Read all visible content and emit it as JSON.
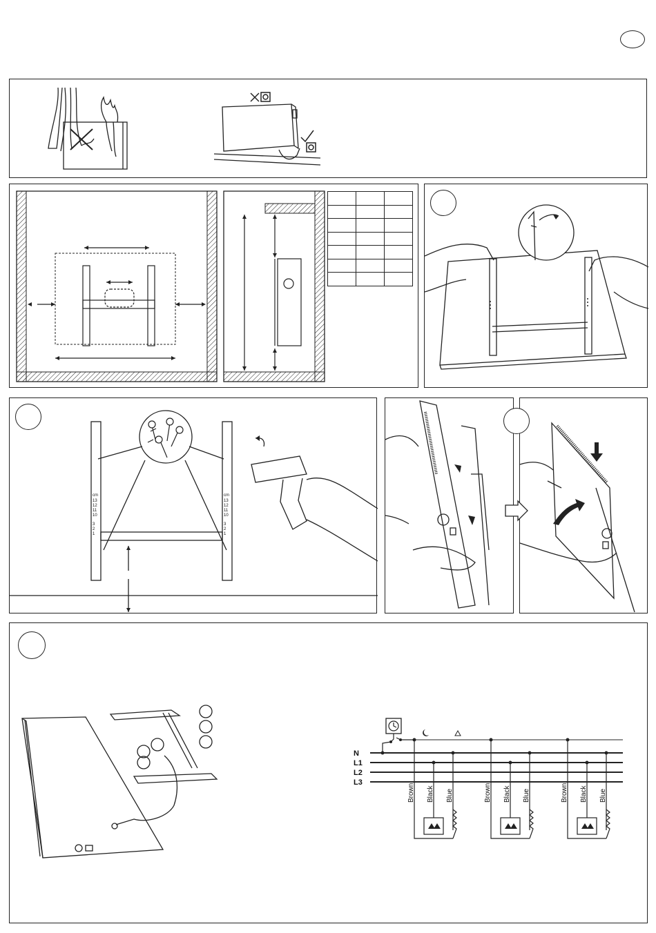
{
  "diagram": {
    "bus_lines": [
      "N",
      "L1",
      "L2",
      "L3"
    ],
    "wire_labels": [
      "Brown",
      "Black",
      "Blue"
    ],
    "bracket_slot_labels": [
      "13",
      "12",
      "11",
      "10"
    ],
    "bracket_slot_labels_lower": [
      "3",
      "2",
      "1"
    ],
    "bracket_slot_mark": "cm",
    "rate_symbols": [
      "moon-icon",
      "triangle-icon"
    ],
    "distance_table": {
      "rows": 7,
      "cols": 3
    }
  }
}
